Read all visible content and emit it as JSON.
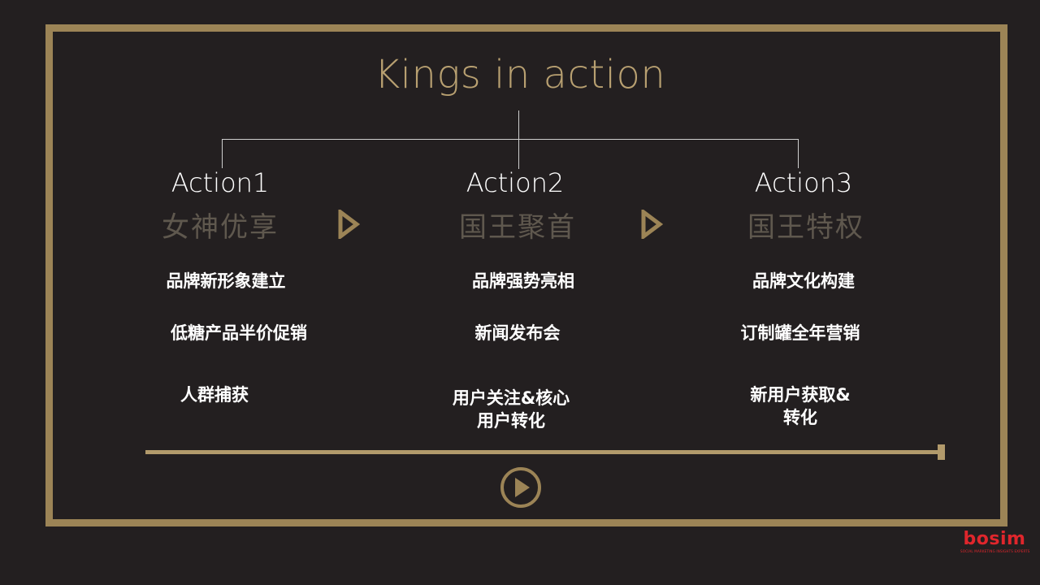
{
  "title": "Kings in action",
  "actions": [
    {
      "name": "Action1",
      "subtitle": "女神优享",
      "items": [
        "品牌新形象建立",
        "低糖产品半价促销",
        "人群捕获"
      ]
    },
    {
      "name": "Action2",
      "subtitle": "国王聚首",
      "items": [
        "品牌强势亮相",
        "新闻发布会",
        "用户关注&核心\n用户转化"
      ]
    },
    {
      "name": "Action3",
      "subtitle": "国王特权",
      "items": [
        "品牌文化构建",
        "订制罐全年营销",
        "新用户获取&\n转化"
      ]
    }
  ],
  "icons": {
    "step_arrow": "triangle-right-outline-icon",
    "play": "play-circle-icon"
  },
  "logo": {
    "word": "bosim",
    "tagline": "SOCIAL MARKETING INSIGHTS EXPERTS"
  },
  "colors": {
    "background": "#231f20",
    "gold": "#9c8456",
    "title_gold": "#b8a071",
    "subtitle": "#5f584e",
    "text": "#ffffff",
    "brand_red": "#e0262c"
  }
}
